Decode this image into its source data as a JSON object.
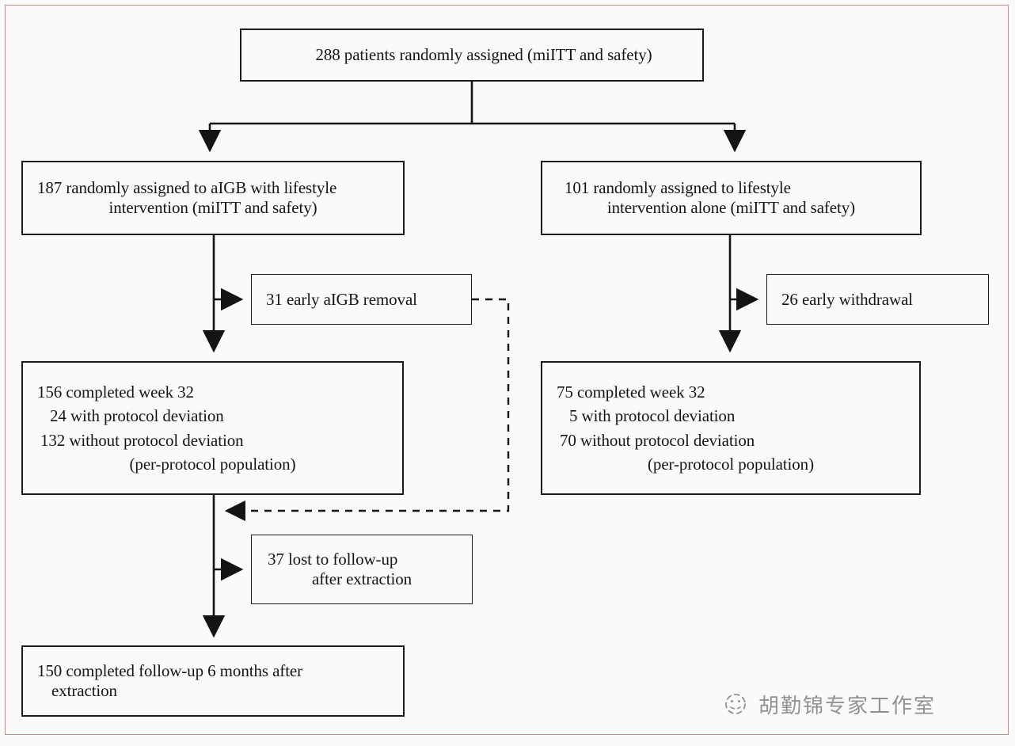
{
  "figure": {
    "type": "flowchart",
    "kind": "CONSORT patient disposition diagram",
    "frame_color": "#c08c8c",
    "box_border_color": "#1b1b1b",
    "background_color": "#fbfafa"
  },
  "nodes": {
    "enrollment": {
      "id": "enrollment",
      "lines": [
        "288 patients randomly assigned (miITT and safety)"
      ],
      "count": 288
    },
    "arm_aigb": {
      "id": "arm_aigb",
      "lines": [
        "187 randomly assigned to aIGB with lifestyle",
        "intervention (miITT and safety)"
      ],
      "count": 187
    },
    "arm_lifestyle": {
      "id": "arm_lifestyle",
      "lines": [
        "101 randomly assigned to lifestyle",
        "intervention alone (miITT and safety)"
      ],
      "count": 101
    },
    "early_removal": {
      "id": "early_removal",
      "lines": [
        "31 early aIGB removal"
      ],
      "count": 31
    },
    "early_withdrawal": {
      "id": "early_withdrawal",
      "lines": [
        "26 early withdrawal"
      ],
      "count": 26
    },
    "week32_aigb": {
      "id": "week32_aigb",
      "lines": [
        "156 completed week 32",
        "24 with protocol deviation",
        "132 without protocol deviation",
        "(per-protocol population)"
      ],
      "count": 156
    },
    "week32_lifestyle": {
      "id": "week32_lifestyle",
      "lines": [
        "75 completed week 32",
        "5 with protocol deviation",
        "70 without protocol deviation",
        "(per-protocol population)"
      ],
      "count": 75
    },
    "lost_followup": {
      "id": "lost_followup",
      "lines": [
        "37 lost to follow-up",
        "after extraction"
      ],
      "count": 37
    },
    "completed_followup": {
      "id": "completed_followup",
      "lines": [
        "150 completed follow-up 6 months after",
        "extraction"
      ],
      "count": 150
    }
  },
  "edges": [
    {
      "from": "enrollment",
      "to": "arm_aigb",
      "style": "solid",
      "arrow": "down"
    },
    {
      "from": "enrollment",
      "to": "arm_lifestyle",
      "style": "solid",
      "arrow": "down"
    },
    {
      "from": "arm_aigb",
      "to": "early_removal",
      "style": "solid",
      "arrow": "right"
    },
    {
      "from": "arm_aigb",
      "to": "week32_aigb",
      "style": "solid",
      "arrow": "down"
    },
    {
      "from": "arm_lifestyle",
      "to": "early_withdrawal",
      "style": "solid",
      "arrow": "right"
    },
    {
      "from": "arm_lifestyle",
      "to": "week32_lifestyle",
      "style": "solid",
      "arrow": "down"
    },
    {
      "from": "early_removal",
      "to": "followup_trunk",
      "style": "dashed",
      "arrow": "left"
    },
    {
      "from": "week32_aigb",
      "to": "lost_followup",
      "style": "solid",
      "arrow": "right"
    },
    {
      "from": "week32_aigb",
      "to": "completed_followup",
      "style": "solid",
      "arrow": "down"
    }
  ],
  "watermark": {
    "text": "胡勤锦专家工作室",
    "icon": "smiley-circle-icon"
  }
}
